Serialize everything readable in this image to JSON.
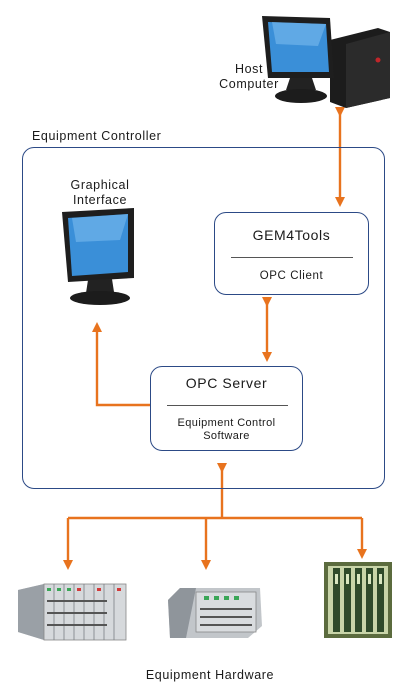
{
  "diagram": {
    "host_computer_label": "Host\nComputer",
    "equipment_controller_label": "Equipment Controller",
    "graphical_interface_label": "Graphical\nInterface",
    "gem4tools_box": {
      "title": "GEM4Tools",
      "subtitle": "OPC Client"
    },
    "opc_server_box": {
      "title": "OPC Server",
      "subtitle": "Equipment Control\nSoftware"
    },
    "equipment_hardware_label": "Equipment Hardware",
    "colors": {
      "arrow": "#e8731e",
      "frame": "#2c4a86",
      "screen": "#3a8fd8"
    }
  }
}
